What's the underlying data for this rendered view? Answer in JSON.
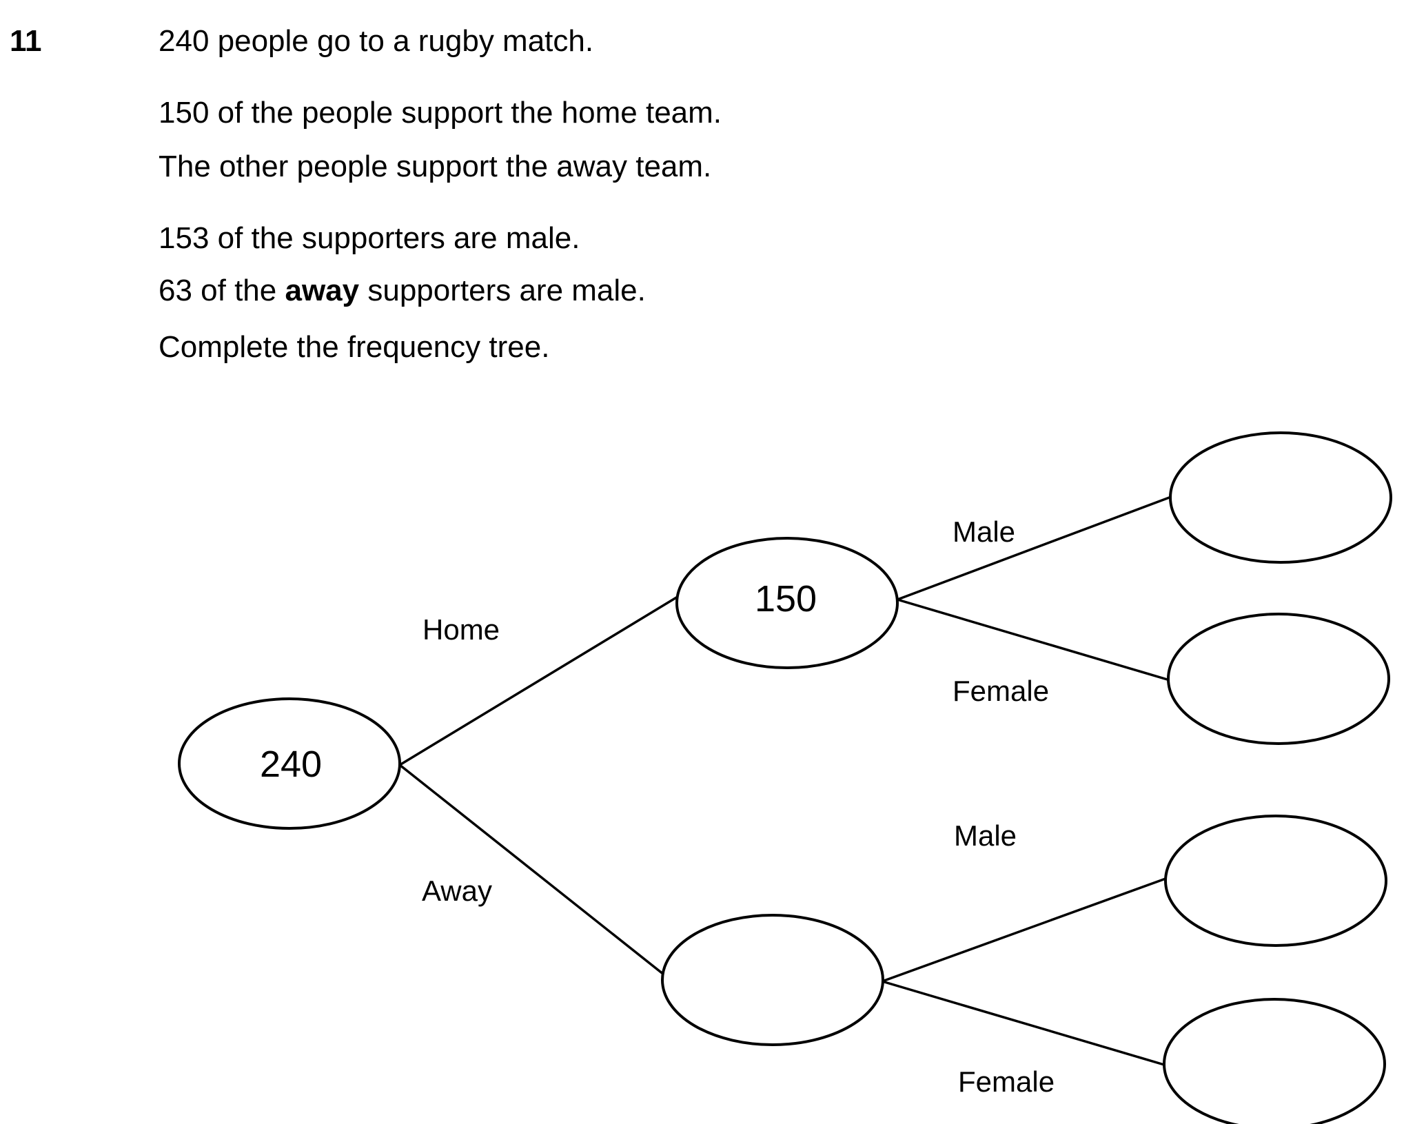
{
  "question": {
    "number": "11",
    "lines": [
      "240 people go to a rugby match.",
      "150 of the people support the home team.",
      "The other people support the away team.",
      "153 of the supporters are male."
    ],
    "line5": {
      "prefix": "63 of the ",
      "bold": "away",
      "suffix": " supporters are male."
    },
    "instruction": "Complete the frequency tree."
  },
  "tree": {
    "root_value": "240",
    "home_label": "Home",
    "away_label": "Away",
    "home_value": "150",
    "away_value": "",
    "home_male_label": "Male",
    "home_female_label": "Female",
    "away_male_label": "Male",
    "away_female_label": "Female",
    "home_male_value": "",
    "home_female_value": "",
    "away_male_value": "",
    "away_female_value": ""
  }
}
